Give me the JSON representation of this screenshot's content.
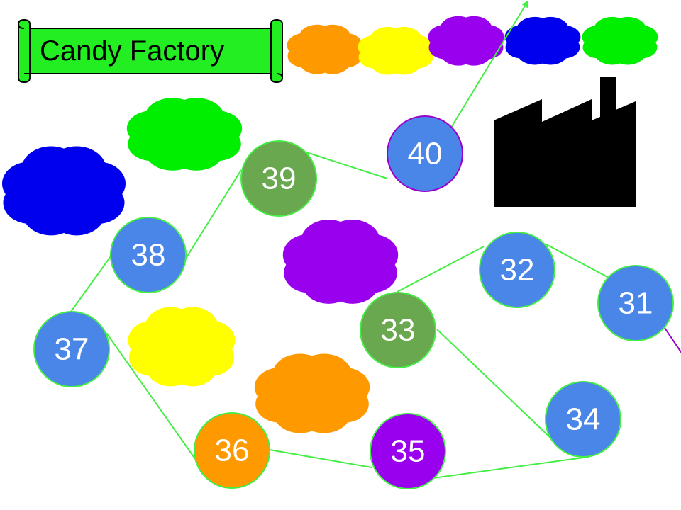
{
  "title": "Candy Factory",
  "colors": {
    "path": "#44ee44",
    "node_border": "#44ee44",
    "banner_fill": "#22ee22",
    "orange": "#ff9900",
    "yellow": "#ffff00",
    "purple": "#9900ee",
    "blue": "#0000ee",
    "green": "#00ee00",
    "node_blue": "#4a86e8",
    "node_green": "#6aa84f",
    "exit_purple": "#9900cc",
    "factory": "#000000"
  },
  "icons": {
    "banner": "scroll-banner-icon",
    "factory": "factory-icon",
    "cloud": "cloud-icon",
    "arrow": "arrow-icon"
  },
  "cloud_colors_top_row": [
    "orange",
    "yellow",
    "purple",
    "blue",
    "green"
  ],
  "board_clouds": [
    "green",
    "blue",
    "purple",
    "yellow",
    "orange"
  ],
  "path_order": [
    "31",
    "32",
    "33",
    "34",
    "35",
    "36",
    "37",
    "38",
    "39",
    "40"
  ],
  "spaces": [
    {
      "label": "31",
      "color": "node_blue"
    },
    {
      "label": "32",
      "color": "node_blue"
    },
    {
      "label": "33",
      "color": "node_green"
    },
    {
      "label": "34",
      "color": "node_blue"
    },
    {
      "label": "35",
      "color": "purple"
    },
    {
      "label": "36",
      "color": "orange"
    },
    {
      "label": "37",
      "color": "node_blue"
    },
    {
      "label": "38",
      "color": "node_blue"
    },
    {
      "label": "39",
      "color": "node_green"
    },
    {
      "label": "40",
      "color": "node_blue"
    }
  ]
}
